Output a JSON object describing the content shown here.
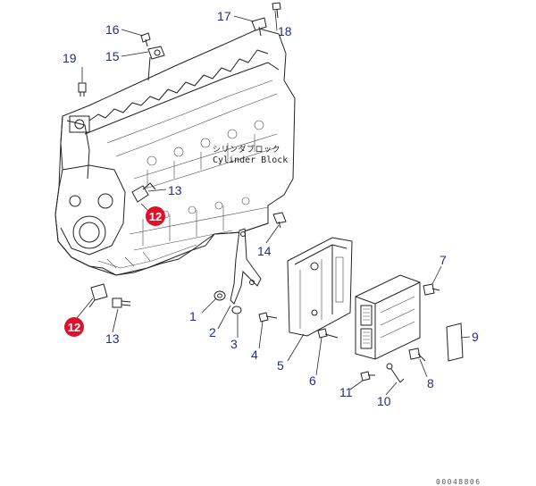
{
  "block_label": {
    "japanese": "シリンダブロック",
    "english": "Cylinder Block"
  },
  "callouts": {
    "c1": "1",
    "c2": "2",
    "c3": "3",
    "c4": "4",
    "c5": "5",
    "c6": "6",
    "c7": "7",
    "c8": "8",
    "c9": "9",
    "c10": "10",
    "c11": "11",
    "c12a": "12",
    "c12b": "12",
    "c13a": "13",
    "c13b": "13",
    "c14": "14",
    "c15": "15",
    "c16": "16",
    "c17": "17",
    "c18": "18",
    "c19": "19"
  },
  "drawing_code": "00048806",
  "colors": {
    "callout_text": "#1e2d8f",
    "highlight_marker": "#e0102a",
    "line_art": "#222222"
  }
}
